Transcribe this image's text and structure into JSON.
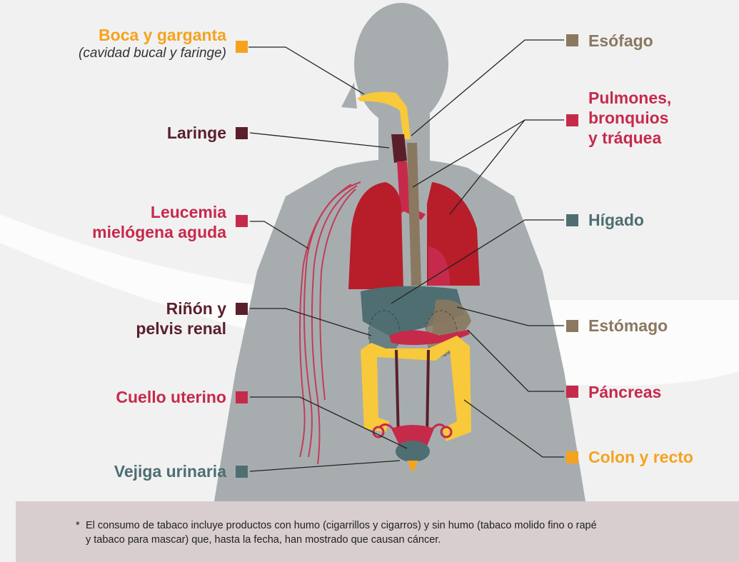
{
  "colors": {
    "orange": "#f5a31d",
    "crimson": "#c62a4b",
    "maroon": "#5b1f2b",
    "taupe": "#8a7860",
    "teal": "#4e6e72",
    "yellow": "#f8c93a",
    "silhouette": "#a7adaf",
    "lung": "#b81d2a",
    "footer_bg": "#d8cdcf"
  },
  "labels": {
    "boca": {
      "title": "Boca y garganta",
      "subtitle": "(cavidad bucal y faringe)"
    },
    "laringe": "Laringe",
    "leucemia": [
      "Leucemia",
      "mielógena aguda"
    ],
    "rinon": [
      "Riñón y",
      "pelvis renal"
    ],
    "cuello": "Cuello uterino",
    "vejiga": "Vejiga urinaria",
    "esofago": "Esófago",
    "pulmones": [
      "Pulmones,",
      "bronquios",
      "y tráquea"
    ],
    "higado": "Hígado",
    "estomago": "Estómago",
    "pancreas": "Páncreas",
    "colon": "Colon y recto"
  },
  "footnote": {
    "star": "*",
    "line1": "El consumo de tabaco incluye productos con humo (cigarrillos y cigarros) y sin humo (tabaco molido fino o rapé",
    "line2": "y tabaco para mascar) que, hasta la fecha, han mostrado que causan cáncer."
  }
}
